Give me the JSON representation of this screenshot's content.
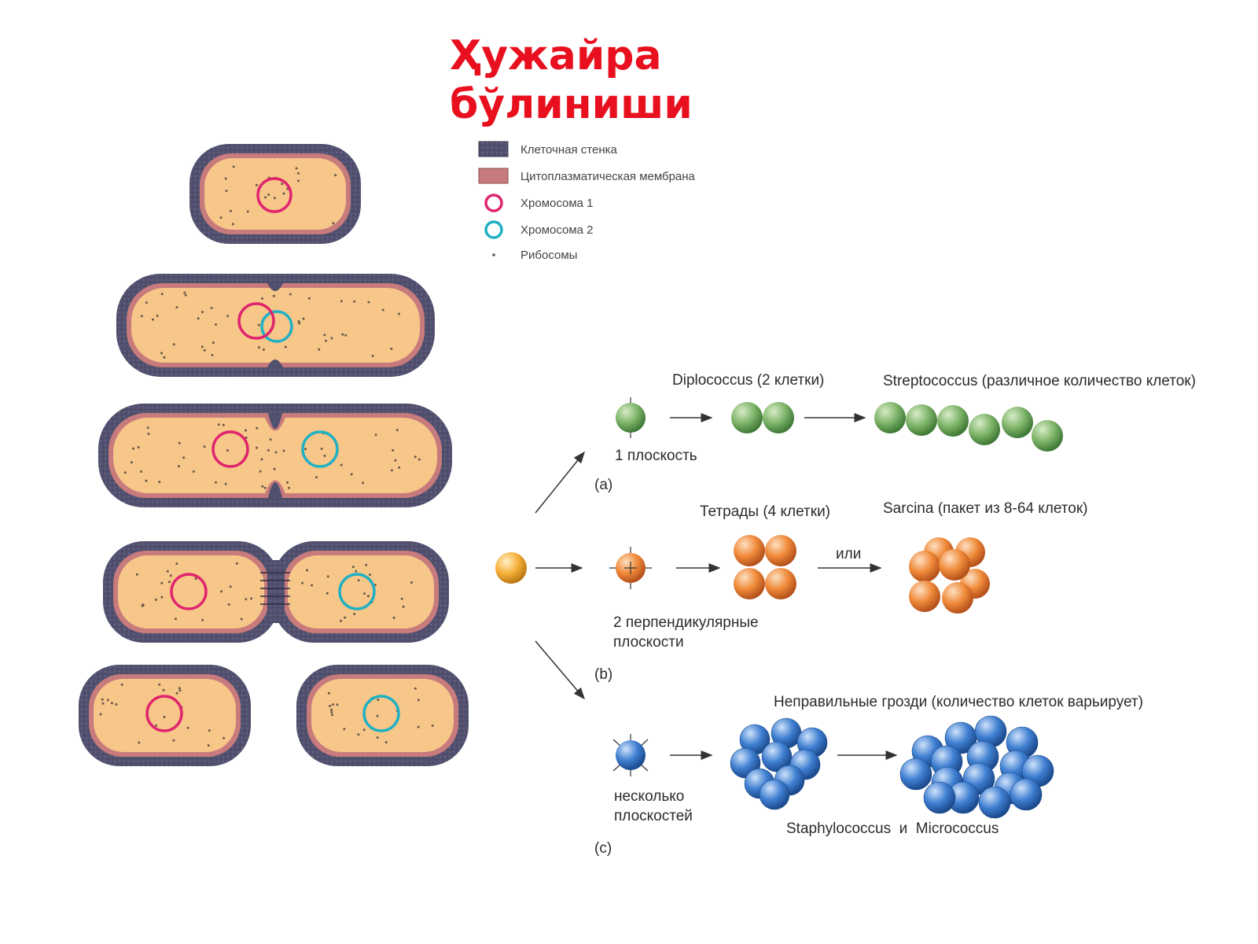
{
  "title": {
    "line1": "Ҳужайра",
    "line2": "бўлиниши"
  },
  "colors": {
    "wall": "#51506e",
    "membrane": "#c87b7c",
    "cytoplasm": "#f7c689",
    "chromosome1": "#e0246e",
    "chromosome2": "#1fb0c4",
    "green": "#7fb56a",
    "orange": "#f08a3a",
    "blue": "#3f7fd1",
    "yellow": "#f5b03a",
    "title": "#e8101e"
  },
  "legend": {
    "cell_wall": "Клеточная стенка",
    "membrane": "Цитоплазматическая мембрана",
    "chromosome1": "Хромосома 1",
    "chromosome2": "Хромосома 2",
    "ribosomes": "Рибосомы"
  },
  "branch_a": {
    "plane": "1 плоскость",
    "tag": "(a)",
    "stage1": "Diplococcus (2 клетки)",
    "stage2": "Streptococcus (различное количество клеток)"
  },
  "branch_b": {
    "plane_line1": "2 перпендикулярные",
    "plane_line2": "плоскости",
    "tag": "(b)",
    "stage1": "Тетрады (4 клетки)",
    "or": "или",
    "stage2": "Sarcina (пакет из 8-64 клеток)"
  },
  "branch_c": {
    "plane_line1": "несколько",
    "plane_line2": "плоскостей",
    "tag": "(c)",
    "header": "Неправильные грозди (количество клеток варьирует)",
    "footer": "Staphylococcus  и  Micrococcus"
  }
}
